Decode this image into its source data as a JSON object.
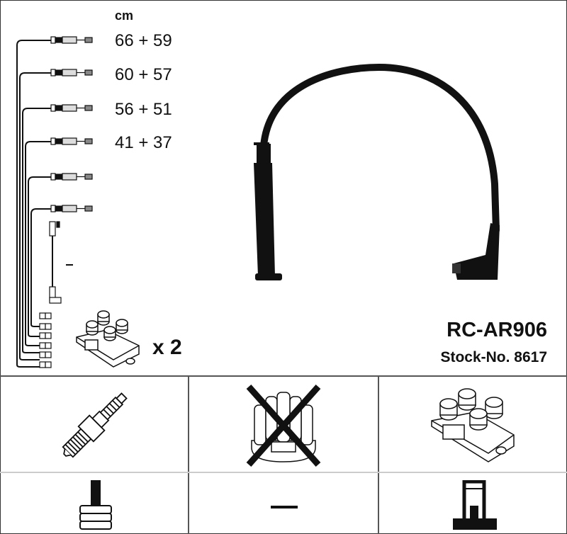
{
  "header": {
    "unit_label": "cm"
  },
  "lengths": [
    {
      "label": "66 + 59"
    },
    {
      "label": "60 + 57"
    },
    {
      "label": "56 + 51"
    },
    {
      "label": "41 + 37"
    }
  ],
  "coil_quantity": "x 2",
  "product": {
    "code": "RC-AR906",
    "stock_number": "Stock-No. 8617"
  },
  "compatibility_grid": {
    "row1": [
      {
        "icon": "spark-plug-icon"
      },
      {
        "icon": "distributor-cap-crossed-icon"
      },
      {
        "icon": "ignition-coil-icon"
      }
    ],
    "row2": [
      {
        "icon": "straight-boot-connector-icon"
      },
      {
        "icon": "dash-none-icon",
        "text": "—"
      },
      {
        "icon": "coil-tower-connector-icon"
      }
    ]
  },
  "colors": {
    "line": "#111111",
    "border": "#555555",
    "divider": "#cccccc"
  }
}
